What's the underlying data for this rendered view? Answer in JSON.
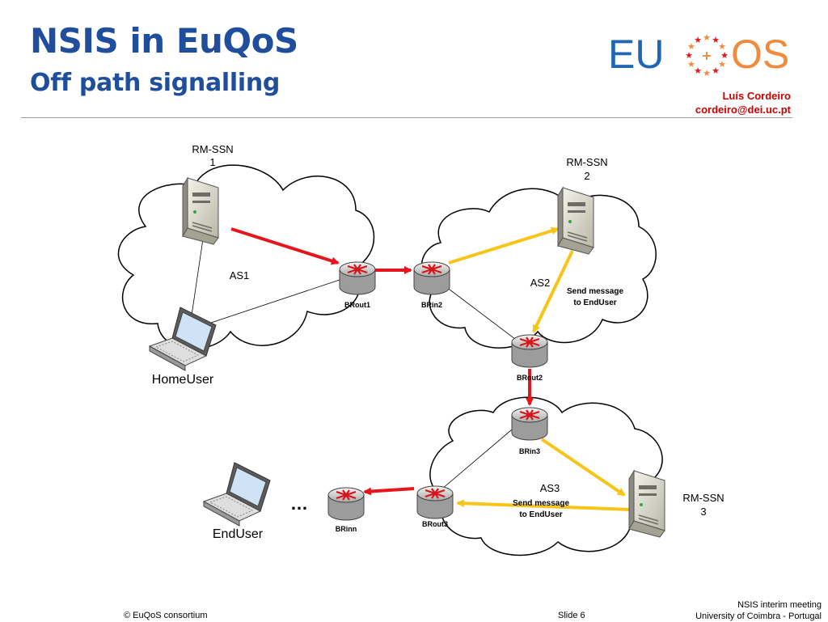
{
  "header": {
    "title": "NSIS in EuQoS",
    "subtitle": "Off path signalling",
    "logo_text_left": "EU",
    "logo_text_right": "OS",
    "author_name": "Luís Cordeiro",
    "author_email": "cordeiro@dei.uc.pt"
  },
  "diagram": {
    "as_labels": {
      "as1": "AS1",
      "as2": "AS2",
      "as3": "AS3"
    },
    "servers": {
      "rm1": [
        "RM-SSN",
        "1"
      ],
      "rm2": [
        "RM-SSN",
        "2"
      ],
      "rm3": [
        "RM-SSN",
        "3"
      ]
    },
    "routers": {
      "brout1": "BRout1",
      "brin2": "BRin2",
      "brout2": "BRout2",
      "brin3": "BRin3",
      "brout3": "BRout3",
      "brinn": "BRinn"
    },
    "hosts": {
      "home": "HomeUser",
      "end": "EndUser"
    },
    "messages": {
      "as2": [
        "Send message",
        "to EndUser"
      ],
      "as3": [
        "Send message",
        "to EndUser"
      ]
    },
    "ellipsis": "…",
    "colors": {
      "red_arrow": "#e8141b",
      "yellow_arrow": "#f7c518",
      "title": "#1f4e9c",
      "logo_blue": "#1f67b3",
      "logo_orange": "#f08a3c"
    }
  },
  "footer": {
    "left": "© EuQoS consortium",
    "center": "Slide 6",
    "right_line1": "NSIS interim meeting",
    "right_line2": "University of Coimbra - Portugal"
  }
}
